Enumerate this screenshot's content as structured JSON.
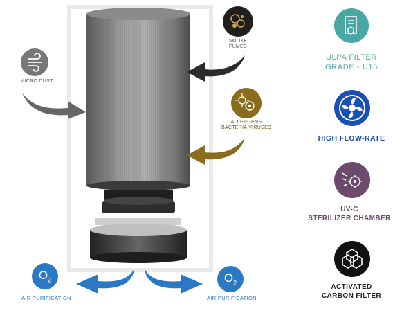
{
  "labels": {
    "micro_dust": "MICRO DUST",
    "smoke_fumes": [
      "SMOKE",
      "FUMES"
    ],
    "allergens": [
      "ALLERGENS",
      "BACTERIA VIRUSES"
    ],
    "air_purification_left": "AIR PURIFICATION",
    "air_purification_right": "AIR PURIFICATION",
    "o2": "O",
    "o2_sub": "2"
  },
  "features": [
    {
      "name": "ulpa",
      "lines": [
        "ULPA FILTER",
        "GRADE - U15"
      ],
      "color": "#4aa8a4",
      "icon": "certificate-icon"
    },
    {
      "name": "flow",
      "lines": [
        "HIGH FLOW-RATE"
      ],
      "color": "#1a4fb5",
      "icon": "fan-icon"
    },
    {
      "name": "uvc",
      "lines": [
        "UV-C",
        "STERILIZER CHAMBER"
      ],
      "color": "#6b4a6d",
      "icon": "uv-germ-icon"
    },
    {
      "name": "carbon",
      "lines": [
        "ACTIVATED",
        "CARBON FILTER"
      ],
      "color": "#222222",
      "icon": "carbon-molecule-icon"
    }
  ],
  "colors": {
    "teal": "#4aa8a4",
    "blue": "#1a4fb5",
    "arrow_blue": "#2b78c4",
    "gold": "#8a6d1c",
    "gray_arrow": "#666666",
    "dark_arrow": "#2b2b2b",
    "purple": "#6b4a6d"
  }
}
